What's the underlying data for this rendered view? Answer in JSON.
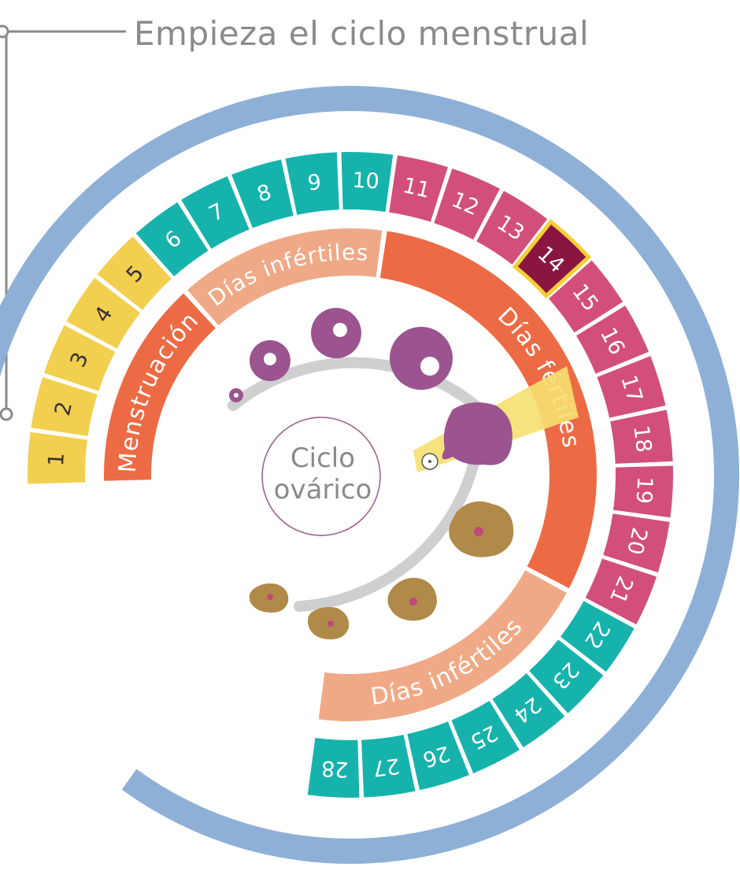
{
  "title": "Empieza el ciclo menstrual",
  "center_label": [
    "Ciclo",
    "ovárico"
  ],
  "day_numbers": [
    "1",
    "2",
    "3",
    "4",
    "5",
    "6",
    "7",
    "8",
    "9",
    "10",
    "11",
    "12",
    "13",
    "14",
    "15",
    "16",
    "17",
    "18",
    "19",
    "20",
    "21",
    "22",
    "23",
    "24",
    "25",
    "26",
    "27",
    "28"
  ],
  "phase_labels": {
    "menstruation": "Menstruación",
    "infertile_early": "Días infértiles",
    "fertile": "Días fértiles",
    "infertile_late": "Días infértiles"
  },
  "colors": {
    "menstruation": "#f2cf4e",
    "infertile": "#16b3ad",
    "fertile": "#d24f7c",
    "ovulation": "#8a1540",
    "ovulation_border": "#f5cf36",
    "arrow_ring": "#8eb0d7",
    "phase_menstruation": "#ed6b44",
    "phase_infertile": "#f0a987",
    "phase_fertile": "#ed6b44",
    "follicle": "#9b5490",
    "corpus": "#b08a48",
    "track": "#cfcfcf",
    "ray": "#f5e070",
    "center_ring": "#9c5a86",
    "text_gray": "#8a8a8a"
  }
}
